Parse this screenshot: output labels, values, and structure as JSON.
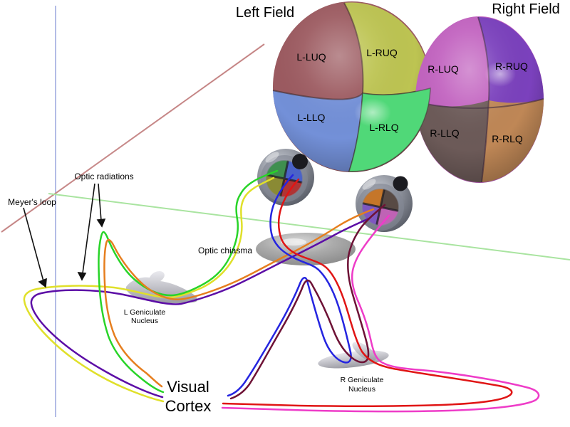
{
  "titles": {
    "left_field": "Left Field",
    "right_field": "Right Field"
  },
  "quadrants": {
    "l_luq": "L-LUQ",
    "l_ruq": "L-RUQ",
    "l_llq": "L-LLQ",
    "l_rlq": "L-RLQ",
    "r_luq": "R-LUQ",
    "r_ruq": "R-RUQ",
    "r_llq": "R-LLQ",
    "r_rlq": "R-RLQ"
  },
  "annotations": {
    "optic_radiations": "Optic radiations",
    "meyers_loop": "Meyer's loop",
    "optic_chiasma": "Optic chiasma",
    "l_geniculate_line1": "L Geniculate",
    "l_geniculate_line2": "Nucleus",
    "r_geniculate_line1": "R Geniculate",
    "r_geniculate_line2": "Nucleus",
    "visual_cortex_line1": "Visual",
    "visual_cortex_line2": "Cortex"
  },
  "colors": {
    "field_l_luq": "#9c5a60",
    "field_l_ruq": "#bdc452",
    "field_l_llq": "#7390d8",
    "field_l_rlq": "#50d878",
    "field_r_luq": "#c263c0",
    "field_r_ruq": "#7b41bd",
    "field_r_llq": "#6c5a58",
    "field_r_rlq": "#bf8756",
    "path_green": "#28d428",
    "path_yellow": "#e0e02a",
    "path_blue": "#2525e0",
    "path_red": "#e01515",
    "path_orange": "#e67e1e",
    "path_purple": "#5c0da6",
    "path_maroon": "#6e1236",
    "path_pink": "#ee3cc8",
    "axis_vertical": "#b3bce6",
    "axis_rosy": "#c68787",
    "axis_green": "#a9e4a0",
    "eye_l_ul": "#3f8f4f",
    "eye_l_ur": "#4a62c8",
    "eye_l_ll": "#8a8a34",
    "eye_l_lr": "#b03434",
    "eye_r_ul": "#c5762a",
    "eye_r_ur": "#584a44",
    "eye_r_ll": "#7e57c0",
    "eye_r_lr": "#bf63b5",
    "structure_gray": "#a8a8ae",
    "text": "#000000"
  }
}
